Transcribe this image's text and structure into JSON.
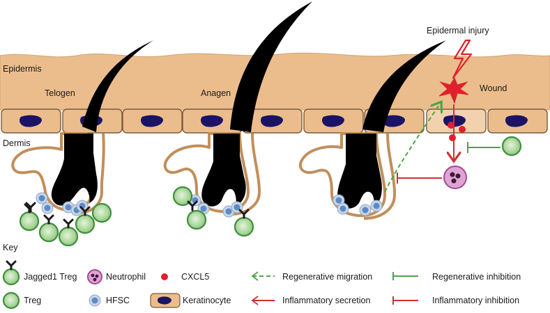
{
  "labels": {
    "epidermis": "Epidermis",
    "dermis": "Dermis",
    "telogen": "Telogen",
    "anagen": "Anagen",
    "epidermal_injury": "Epidermal injury",
    "wound": "Wound"
  },
  "key": {
    "title": "Key",
    "jagged1_treg": "Jagged1 Treg",
    "treg": "Treg",
    "neutrophil": "Neutrophil",
    "hfsc": "HFSC",
    "cxcl5": "CXCL5",
    "keratinocyte": "Keratinocyte",
    "regenerative_migration": "Regenerative migration",
    "inflammatory_secretion": "Inflammatory secretion",
    "regenerative_inhibition": "Regenerative inhibition",
    "inflammatory_inhibition": "Inflammatory inhibition"
  },
  "colors": {
    "skin": "#ecbd8c",
    "skin_edge": "#c28e5a",
    "nucleus": "#1b1464",
    "hair": "#000000",
    "treg_fill": "#b5dca4",
    "treg_edge": "#3f8f3c",
    "hfsc_outer": "#c8d6e8",
    "hfsc_inner": "#5b8bc7",
    "neutrophil": "#e0a3d2",
    "neutrophil_edge": "#a04a98",
    "cxcl5": "#e0202c",
    "inflammatory_red": "#d22f35",
    "regenerative_green": "#4ea346"
  }
}
